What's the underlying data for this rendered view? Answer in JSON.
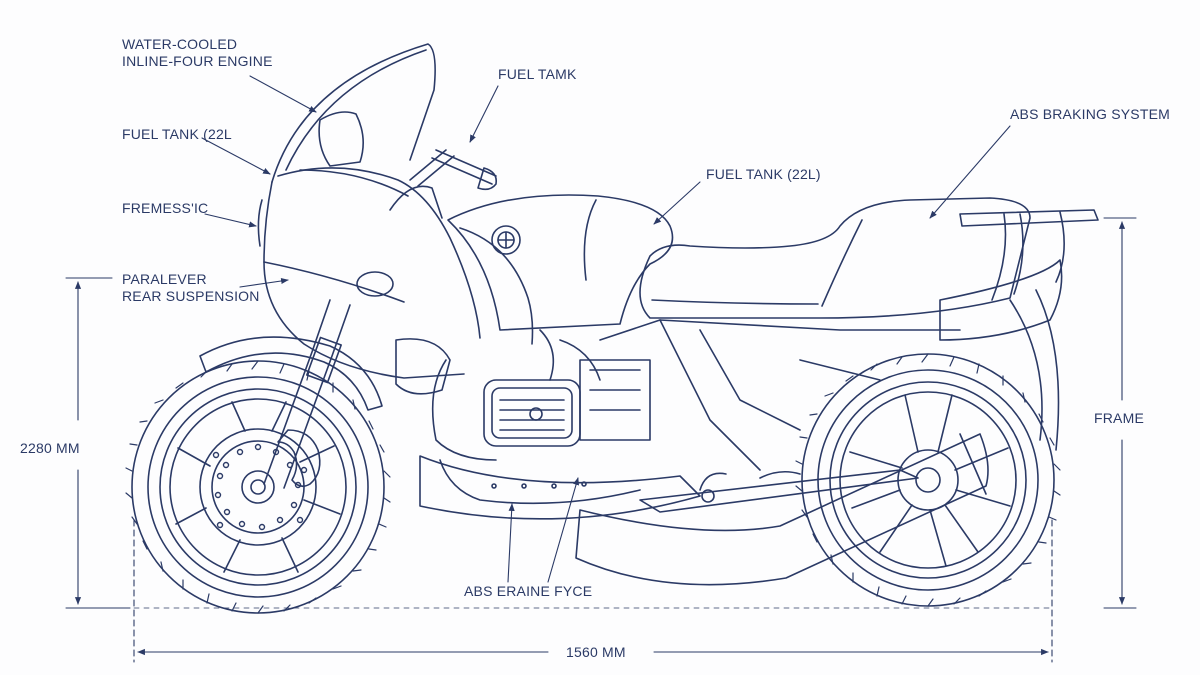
{
  "diagram": {
    "line_color": "#2b3a66",
    "labels": {
      "water_cooled_line1": "WATER-COOLED",
      "water_cooled_line2": "INLINE-FOUR ENGINE",
      "fuel_tank_22l_left": "FUEL TANK (22L",
      "fremess": "FREMESS'IC",
      "paralever_line1": "PARALEVER",
      "paralever_line2": "REAR SUSPENSION",
      "fuel_tamk_top": "FUEL TAMK",
      "fuel_tank_22l_right": "FUEL TANK (22L)",
      "abs_braking": "ABS BRAKING SYSTEM",
      "frame": "FRAME",
      "abs_eraine": "ABS ERAINE FYCE"
    },
    "dimensions": {
      "height": "2280 MM",
      "length": "1560 MM"
    }
  }
}
